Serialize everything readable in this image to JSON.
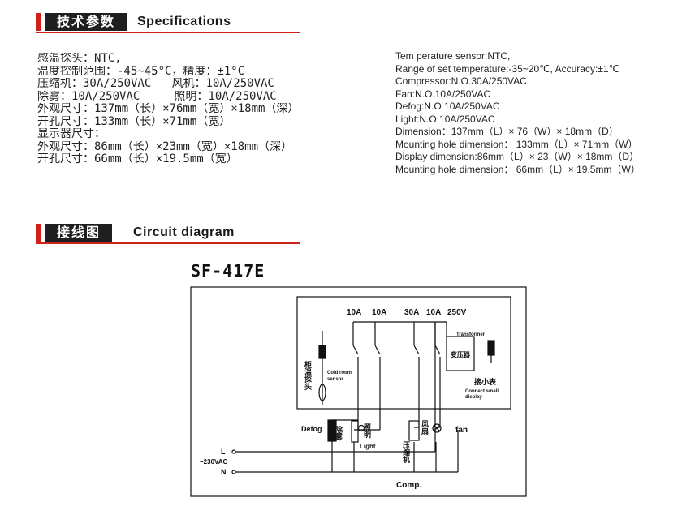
{
  "specs_section": {
    "title_cn": "技术参数",
    "title_en": "Specifications"
  },
  "specs_cn": [
    "感温探头：NTC,",
    "温度控制范围：-45~45°C，精度：±1°C",
    "压缩机：30A/250VAC   风机：10A/250VAC",
    "除雾：10A/250VAC     照明：10A/250VAC",
    "外观尺寸：137mm（长）×76mm（宽）×18mm（深）",
    "开孔尺寸：133mm（长）×71mm（宽）",
    "显示器尺寸：",
    "外观尺寸：86mm（长）×23mm（宽）×18mm（深）",
    "开孔尺寸：66mm（长）×19.5mm（宽）"
  ],
  "specs_en": [
    "Tem perature sensor:NTC,",
    "Range of set temperature:-35~20℃, Accuracy:±1℃",
    "Compressor:N.O.30A/250VAC",
    "Fan:N.O.10A/250VAC",
    "Defog:N.O 10A/250VAC",
    "Light:N.O.10A/250VAC",
    "Dimension：137mm（L）× 76（W）× 18mm（D）",
    "Mounting hole dimension： 133mm（L）× 71mm（W）",
    "Display dimension:86mm（L）× 23（W）× 18mm（D）",
    "Mounting hole dimension： 66mm（L）× 19.5mm（W）"
  ],
  "circuit_section": {
    "title_cn": "接线图",
    "title_en": "Circuit diagram"
  },
  "diagram": {
    "model": "SF-417E",
    "ratings": {
      "r1": "10A",
      "r2": "10A",
      "r3": "30A",
      "r4": "10A",
      "r5": "250V"
    },
    "transformer_en": "Transformer",
    "transformer_cn": "变压器",
    "sensor_cn": "柜温探头",
    "sensor_en_1": "Cold room",
    "sensor_en_2": "sensor",
    "display_cn": "接小表",
    "display_en_1": "Connect small",
    "display_en_2": "display",
    "defog_en": "Defog",
    "defog_cn": "除雾",
    "light_cn": "照明",
    "light_en": "Light",
    "fan_cn": "风扇",
    "fan_en": "fan",
    "comp_cn": "压缩机",
    "comp_en": "Comp.",
    "line_l": "L",
    "line_n": "N",
    "supply": "~230VAC"
  }
}
